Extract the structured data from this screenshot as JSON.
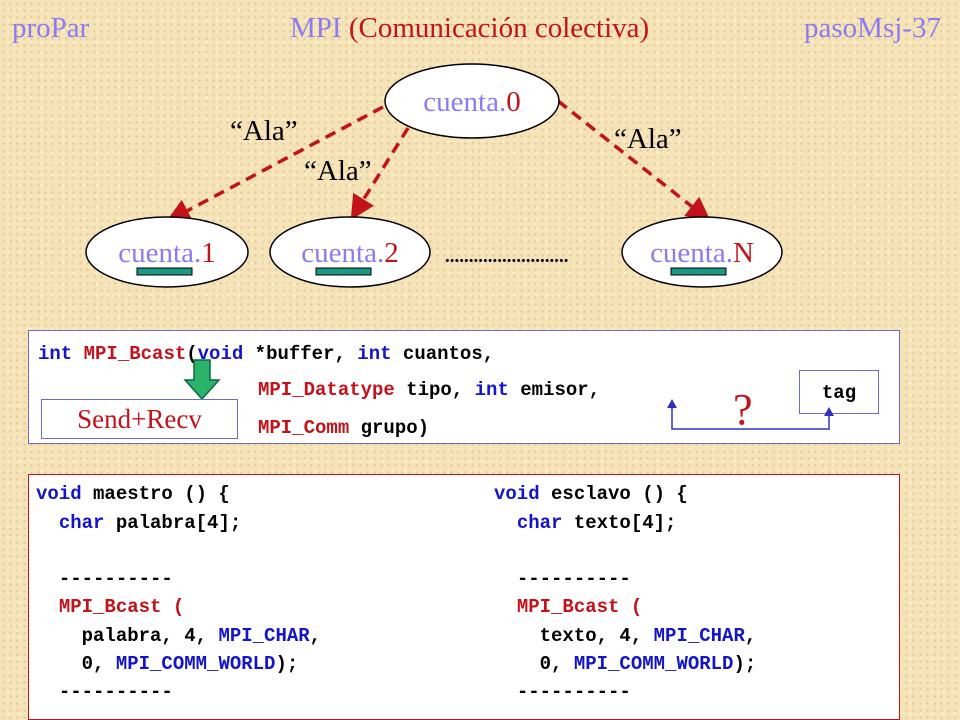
{
  "header": {
    "left": "proPar",
    "center_prefix": "MPI",
    "center_suffix": "(Comunicación colectiva)",
    "right": "pasoMsj-37"
  },
  "diagram": {
    "root": {
      "name": "cuenta.",
      "index": "0"
    },
    "children": [
      {
        "name": "cuenta.",
        "index": "1"
      },
      {
        "name": "cuenta.",
        "index": "2"
      },
      {
        "name": "cuenta.",
        "index": "N"
      }
    ],
    "ellipsis": "..........................",
    "message": "“Ala”"
  },
  "signature": {
    "line1": {
      "kw1": "int",
      "fn": "MPI_Bcast",
      "p1": "(",
      "kw2": "void",
      "p2": " *buffer, ",
      "kw3": "int",
      "p3": " cuantos,"
    },
    "line2": {
      "kw1": "MPI_Datatype",
      "p1": " tipo, ",
      "kw2": "int",
      "p2": " emisor,"
    },
    "line3": {
      "kw1": "MPI_Comm",
      "p1": " grupo)"
    },
    "send_recv": "Send+Recv",
    "tag": "tag",
    "question": "?"
  },
  "code": {
    "left": {
      "l1_kw": "void",
      "l1_rest": " maestro () {",
      "l2_kw": "char",
      "l2_rest": " palabra[4];",
      "sep": "----------",
      "call": "MPI_Bcast",
      "call_rest": " (",
      "a1": "palabra, 4, ",
      "a1_kw": "MPI_CHAR",
      "a1_end": ",",
      "a2": "0, ",
      "a2_kw": "MPI_COMM_WORLD",
      "a2_end": ");"
    },
    "right": {
      "l1_kw": "void",
      "l1_rest": " esclavo () {",
      "l2_kw": "char",
      "l2_rest": " texto[4];",
      "sep": "----------",
      "call": "MPI_Bcast",
      "call_rest": " (",
      "a1": "texto, 4, ",
      "a1_kw": "MPI_CHAR",
      "a1_end": ",",
      "a2": "0, ",
      "a2_kw": "MPI_COMM_WORLD",
      "a2_end": ");"
    }
  },
  "colors": {
    "accent": "#8a7cf0",
    "red": "#c4121a",
    "blue": "#1414c8",
    "green": "#1a9a82",
    "node_fill": "#ffffff"
  }
}
